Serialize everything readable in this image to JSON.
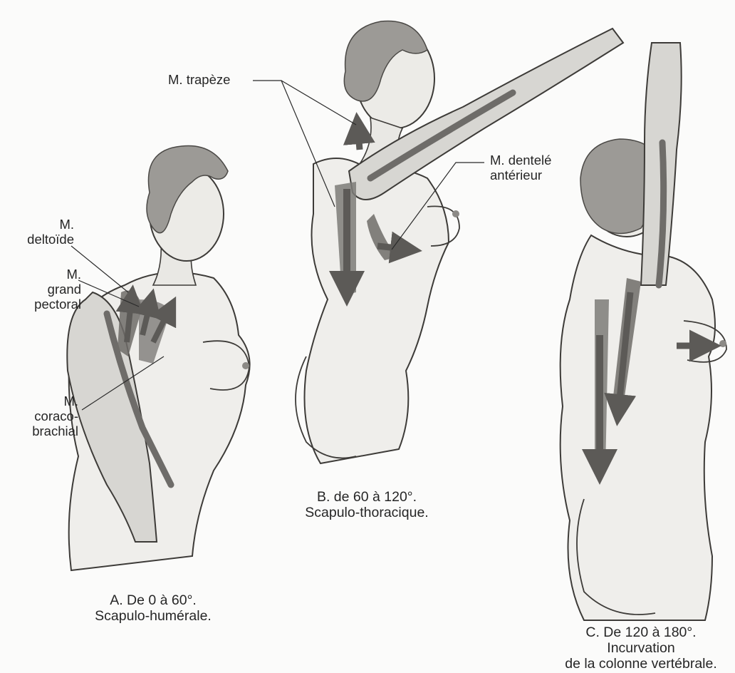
{
  "figures": [
    {
      "id": "A",
      "caption_lines": [
        "A. De 0 à 60°.",
        "Scapulo-humérale."
      ],
      "muscles": [
        {
          "name": "deltoide",
          "label_lines": [
            "M.",
            "deltoïde"
          ]
        },
        {
          "name": "grand-pectoral",
          "label_lines": [
            "M.",
            "grand",
            "pectoral"
          ]
        },
        {
          "name": "coraco-brachial",
          "label_lines": [
            "M.",
            "coraco-",
            "brachial"
          ]
        }
      ]
    },
    {
      "id": "B",
      "caption_lines": [
        "B. de 60 à 120°.",
        "Scapulo-thoracique."
      ],
      "muscles": [
        {
          "name": "trapeze",
          "label_lines": [
            "M. trapèze"
          ]
        },
        {
          "name": "dentele-anterieur",
          "label_lines": [
            "M. dentelé",
            "antérieur"
          ]
        }
      ]
    },
    {
      "id": "C",
      "caption_lines": [
        "C. De 120 à 180°.",
        "Incurvation",
        "de la colonne vertébrale."
      ],
      "muscles": []
    }
  ],
  "colors": {
    "skin": "#ededea",
    "shade": "#9a9894",
    "muscle": "#6e6c69",
    "arrow": "#5c5a57",
    "outline": "#3d3b38",
    "hair": "#8a8885"
  }
}
